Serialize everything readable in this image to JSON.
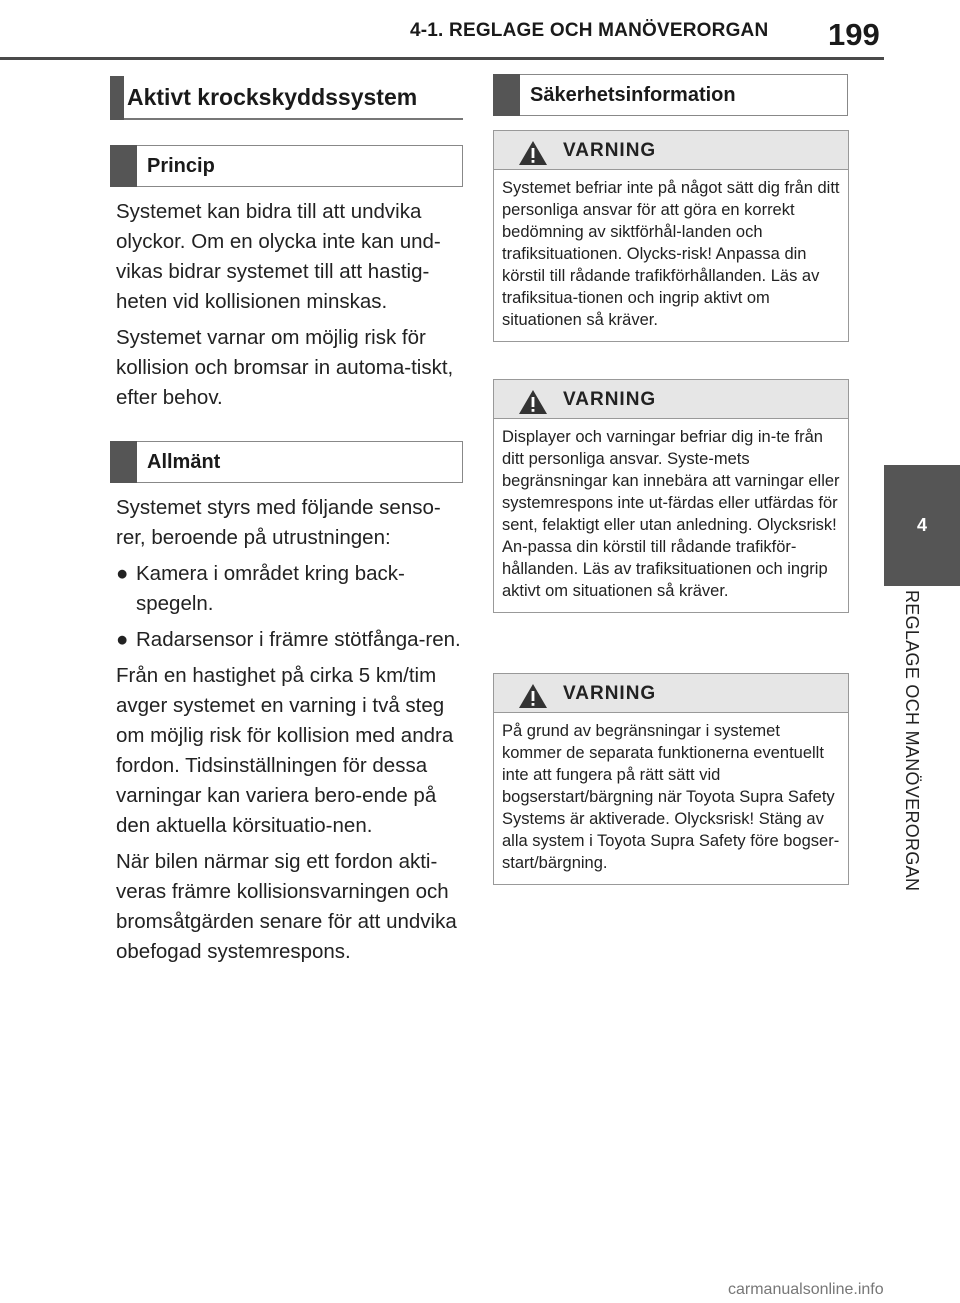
{
  "header": {
    "section_title": "4-1. REGLAGE OCH MANÖVERORGAN",
    "page_number": "199"
  },
  "side_tab": {
    "chapter_number": "4",
    "chapter_label": "REGLAGE OCH MANÖVERORGAN"
  },
  "left": {
    "main_heading": "Aktivt krockskyddssystem",
    "principle_heading": "Princip",
    "principle_paragraphs": [
      "Systemet kan bidra till att undvika olyckor. Om en olycka inte kan und-vikas bidrar systemet till att hastig-heten vid kollisionen minskas.",
      "Systemet varnar om möjlig risk för kollision och bromsar in automa-tiskt, efter behov."
    ],
    "general_heading": "Allmänt",
    "general_intro": "Systemet styrs med följande senso-rer, beroende på utrustningen:",
    "general_bullets": [
      "Kamera i området kring back-spegeln.",
      "Radarsensor i främre stötfånga-ren."
    ],
    "general_paragraphs": [
      "Från en hastighet på cirka 5 km/tim avger systemet en varning i två steg om möjlig risk för kollision med andra fordon. Tidsinställningen för dessa varningar kan variera bero-ende på den aktuella körsituatio-nen.",
      "När bilen närmar sig ett fordon akti-veras främre kollisionsvarningen och bromsåtgärden senare för att undvika obefogad systemrespons."
    ]
  },
  "right": {
    "safety_heading": "Säkerhetsinformation",
    "warnings": [
      {
        "title": "VARNING",
        "text": "Systemet befriar inte på något sätt dig från ditt personliga ansvar för att göra en korrekt bedömning av siktförhål-landen och trafiksituationen. Olycks-risk! Anpassa din körstil till rådande trafikförhållanden. Läs av trafiksitua-tionen och ingrip aktivt om situationen så kräver."
      },
      {
        "title": "VARNING",
        "text": "Displayer och varningar befriar dig in-te från ditt personliga ansvar. Syste-mets begränsningar kan innebära att varningar eller systemrespons inte ut-färdas eller utfärdas för sent, felaktigt eller utan anledning. Olycksrisk! An-passa din körstil till rådande trafikför-hållanden. Läs av trafiksituationen och ingrip aktivt om situationen så kräver."
      },
      {
        "title": "VARNING",
        "text": "På grund av begränsningar i systemet kommer de separata funktionerna eventuellt inte att fungera på rätt sätt vid bogserstart/bärgning när Toyota Supra Safety Systems är aktiverade. Olycksrisk! Stäng av alla system i Toyota Supra Safety före bogser-start/bärgning."
      }
    ]
  },
  "watermark": "carmanualsonline.info",
  "colors": {
    "heading_bar": "#555555",
    "warning_header_bg": "#e6e6e6",
    "side_tab_box": "#555555"
  },
  "icons": {
    "warning": "warning-triangle-icon"
  }
}
